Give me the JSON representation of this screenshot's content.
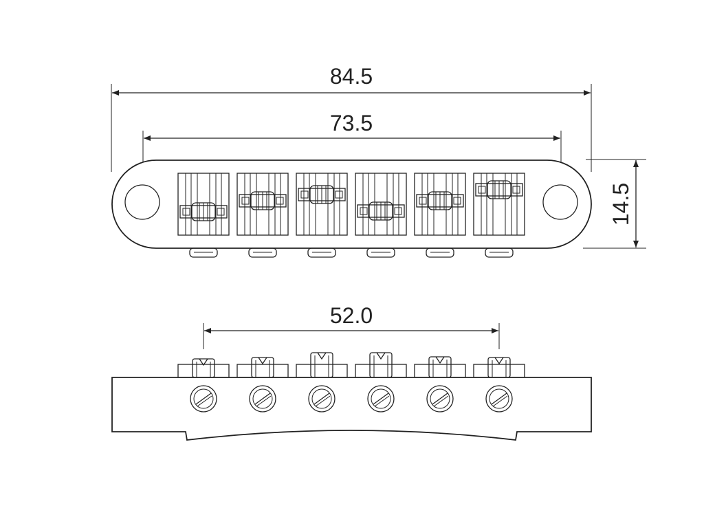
{
  "dimensions": {
    "overall_length": "84.5",
    "post_spacing": "73.5",
    "height": "14.5",
    "string_spread": "52.0"
  },
  "saddle_count": 6,
  "colors": {
    "line": "#222222",
    "background": "#ffffff"
  }
}
